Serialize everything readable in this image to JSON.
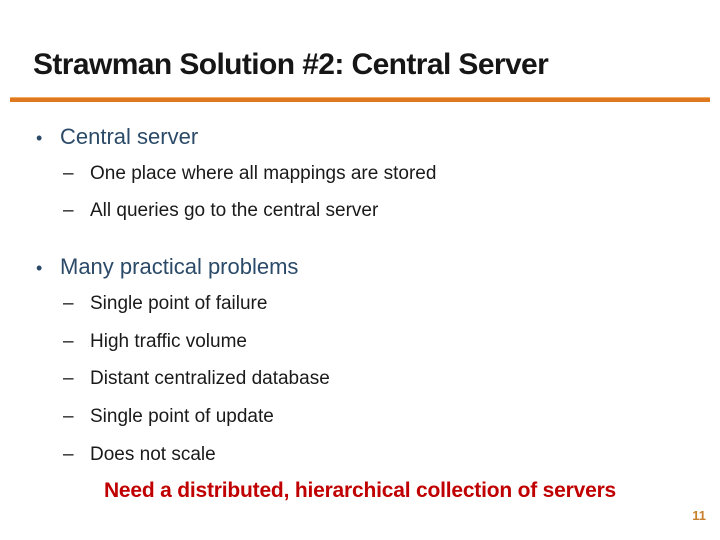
{
  "slide": {
    "title": "Strawman Solution #2: Central Server",
    "bullet_char": "•",
    "dash_char": "–",
    "bullets": [
      {
        "label": "Central server",
        "items": [
          "One place where all mappings are stored",
          "All queries go to the central server"
        ]
      },
      {
        "label": "Many practical problems",
        "items": [
          "Single point of failure",
          "High traffic volume",
          "Distant centralized database",
          "Single point of update",
          "Does not scale"
        ]
      }
    ],
    "footer": "Need a distributed, hierarchical collection of servers",
    "page_number": "11",
    "colors": {
      "title_text": "#161616",
      "title_rule_orange": "#de7920",
      "level1_navy": "#2b4a68",
      "body_text": "#1a1a1a",
      "footer_red": "#c00000",
      "page_number_orange": "#c8802f"
    }
  }
}
